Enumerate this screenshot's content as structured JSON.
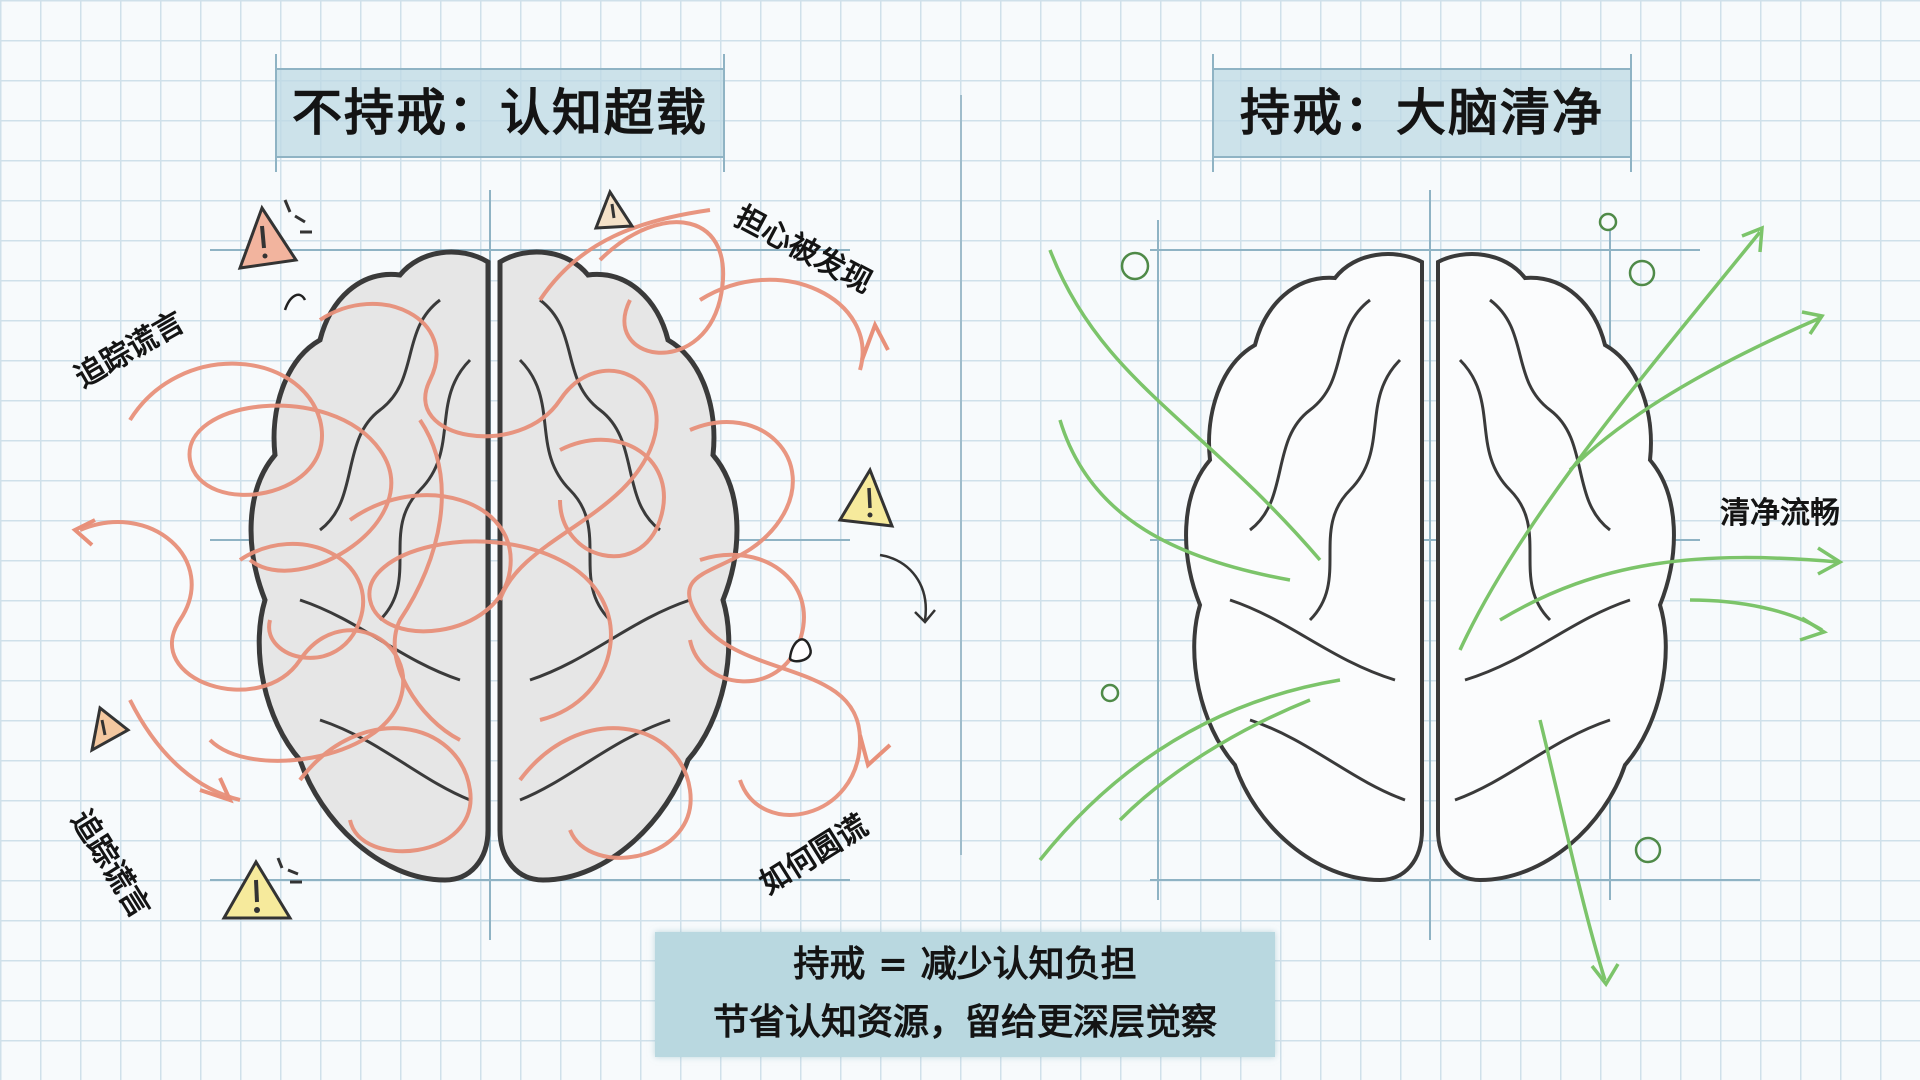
{
  "left_panel": {
    "title": "不持戒：认知超载",
    "labels": {
      "top_left": "追踪谎言",
      "top_right": "担心被发现",
      "bottom_left": "追踪谎言",
      "bottom_right": "如何圆谎"
    },
    "stroke_color": "#e8907a",
    "warning_color_orange": "#f2b49e",
    "warning_color_yellow": "#f6ea9c"
  },
  "right_panel": {
    "title": "持戒：大脑清净",
    "labels": {
      "flow": "清净流畅"
    },
    "stroke_color": "#7cc46a"
  },
  "caption": {
    "line1": "持戒 = 减少认知负担",
    "line2": "节省认知资源，留给更深层觉察"
  },
  "colors": {
    "background": "#f7fafc",
    "grid": "#cfe0ea",
    "title_box": "#cfe2ea",
    "caption_box": "#b9d8e0"
  }
}
